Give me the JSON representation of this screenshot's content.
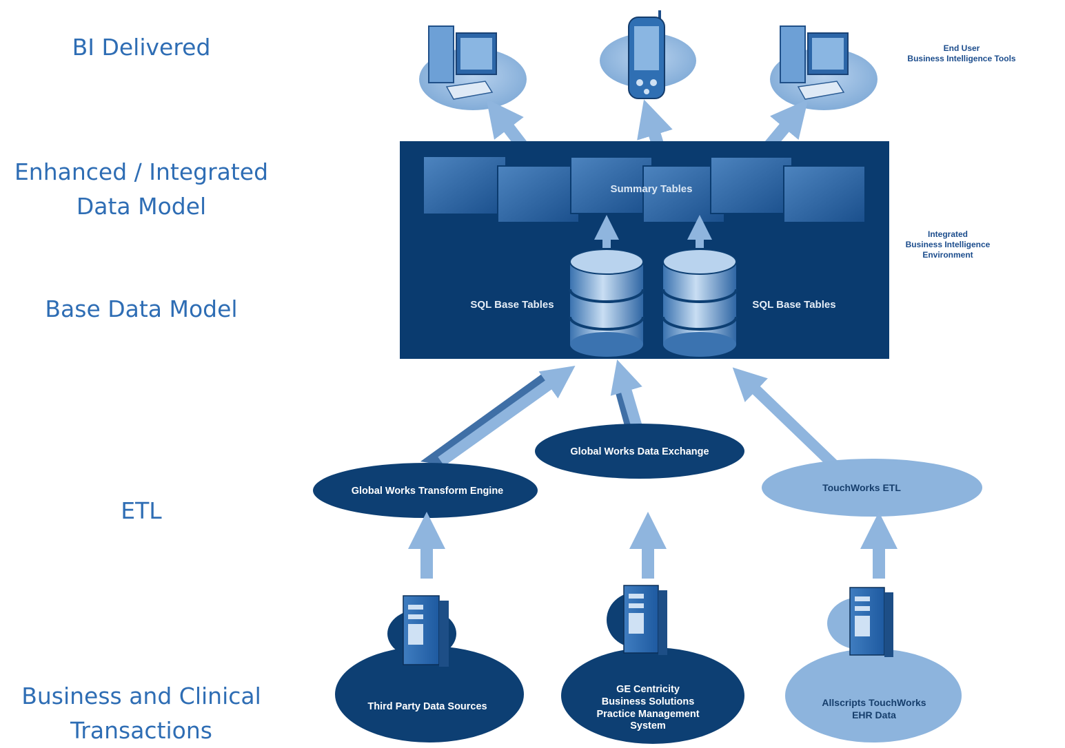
{
  "layers": {
    "bi_delivered": "BI Delivered",
    "enhanced_model": "Enhanced / Integrated\nData Model",
    "base_model": "Base Data Model",
    "etl": "ETL",
    "transactions": "Business and Clinical\nTransactions"
  },
  "side_notes": {
    "end_user": "End User\nBusiness Intelligence Tools",
    "environment": "Integrated\nBusiness Intelligence\nEnvironment"
  },
  "bi_environment": {
    "summary_tables": "Summary Tables",
    "sql_base_tables_left": "SQL Base Tables",
    "sql_base_tables_right": "SQL Base Tables"
  },
  "etl": {
    "transform_engine": "Global Works Transform Engine",
    "data_exchange": "Global Works Data Exchange",
    "touchworks_etl": "TouchWorks ETL"
  },
  "sources": {
    "third_party": "Third Party Data Sources",
    "ge_centricity_l1": "GE Centricity",
    "ge_centricity_l2": "Business Solutions",
    "ge_centricity_l3": "Practice Management",
    "ge_centricity_l4": "System",
    "allscripts_l1": "Allscripts TouchWorks",
    "allscripts_l2": "EHR Data"
  },
  "colors": {
    "label_blue": "#2e6db4",
    "dark_navy": "#0d3f73",
    "light_blue": "#8db4dd",
    "arrow_blue": "#8fb5de",
    "panel_navy": "#0a3b6f"
  }
}
